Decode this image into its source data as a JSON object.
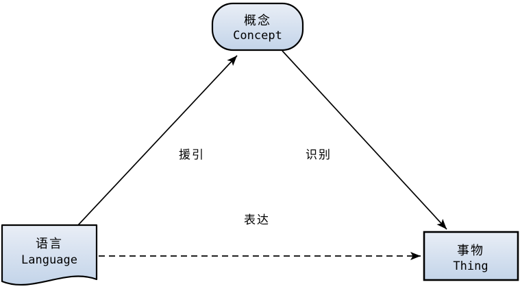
{
  "diagram": {
    "background": "#ffffff",
    "colors": {
      "node_fill_top": "#e9eef6",
      "node_fill_bottom": "#c3d4e9",
      "node_border": "#000000",
      "arrow": "#000000",
      "text": "#000000"
    },
    "nodes": {
      "concept": {
        "zh": "概念",
        "en": "Concept",
        "shape": "rounded-rectangle",
        "position": "top-center"
      },
      "language": {
        "zh": "语言",
        "en": "Language",
        "shape": "document",
        "position": "bottom-left"
      },
      "thing": {
        "zh": "事物",
        "en": "Thing",
        "shape": "rectangle",
        "position": "bottom-right"
      }
    },
    "edges": [
      {
        "from": "language",
        "to": "concept",
        "label": "援引",
        "style": "solid"
      },
      {
        "from": "concept",
        "to": "thing",
        "label": "识别",
        "style": "solid"
      },
      {
        "from": "language",
        "to": "thing",
        "label": "表达",
        "style": "dashed"
      }
    ]
  }
}
